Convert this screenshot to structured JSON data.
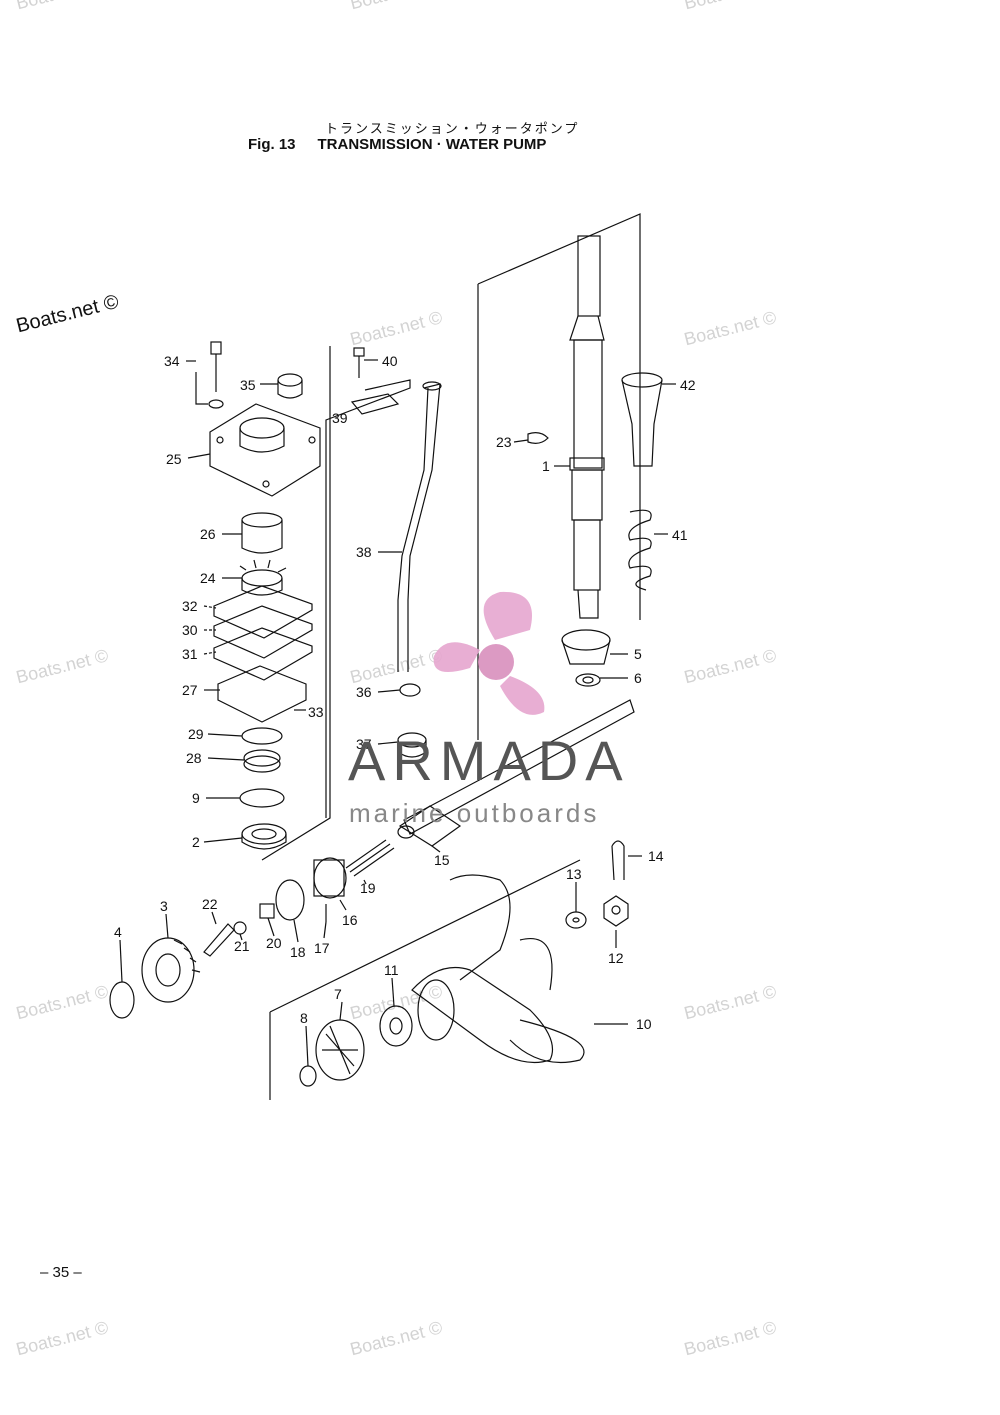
{
  "header": {
    "japanese_title": "トランスミッション・ウォータポンプ",
    "fig_number": "Fig. 13",
    "fig_title": "TRANSMISSION · WATER PUMP"
  },
  "footer": {
    "page_number": "– 35 –"
  },
  "watermark": {
    "main": "Boats.net ©",
    "repeat": "Boats.net ©",
    "brand": "ARMADA",
    "brand_sub": "marine outboards",
    "brand_color": "#e6a6cf"
  },
  "parts": {
    "p1": "1",
    "p2": "2",
    "p3": "3",
    "p4": "4",
    "p5": "5",
    "p6": "6",
    "p7": "7",
    "p8": "8",
    "p9": "9",
    "p10": "10",
    "p11": "11",
    "p12": "12",
    "p13": "13",
    "p14": "14",
    "p15": "15",
    "p16": "16",
    "p17": "17",
    "p18": "18",
    "p19": "19",
    "p20": "20",
    "p21": "21",
    "p22": "22",
    "p23": "23",
    "p24": "24",
    "p25": "25",
    "p26": "26",
    "p27": "27",
    "p28": "28",
    "p29": "29",
    "p30": "30",
    "p31": "31",
    "p32": "32",
    "p33": "33",
    "p34": "34",
    "p35": "35",
    "p36": "36",
    "p37": "37",
    "p38": "38",
    "p39": "39",
    "p40": "40",
    "p41": "41",
    "p42": "42"
  }
}
